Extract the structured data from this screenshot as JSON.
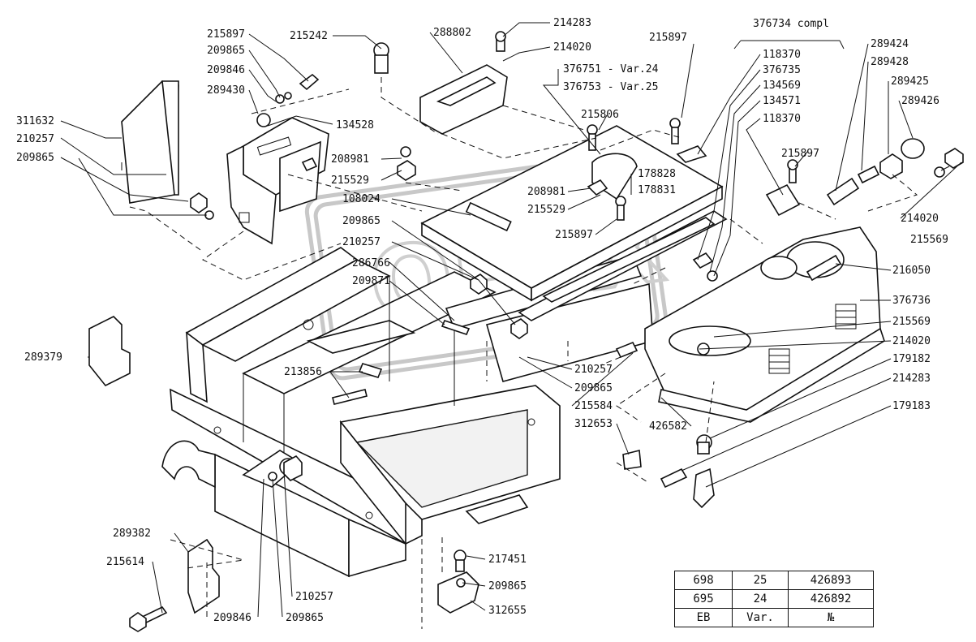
{
  "labels": {
    "p215897a": "215897",
    "p215242": "215242",
    "p288802": "288802",
    "p214283a": "214283",
    "p214020a": "214020",
    "p209865a": "209865",
    "p209846a": "209846",
    "p289430": "289430",
    "p134528": "134528",
    "p311632": "311632",
    "p210257a": "210257",
    "p209865b": "209865",
    "p376751": "376751 - Var.24",
    "p376753": "376753 - Var.25",
    "p215806": "215806",
    "p208981a": "208981",
    "p215529a": "215529",
    "p178828": "178828",
    "p178831": "178831",
    "p208981b": "208981",
    "p215529b": "215529",
    "p108024": "108024",
    "p209865c": "209865",
    "p210257b": "210257",
    "p286766": "286766",
    "p209871": "209871",
    "p215897b": "215897",
    "p215897c": "215897",
    "p215897d": "215897",
    "p376734": "376734 compl",
    "p118370a": "118370",
    "p376735": "376735",
    "p134569": "134569",
    "p134571": "134571",
    "p118370b": "118370",
    "p289424": "289424",
    "p289428": "289428",
    "p289425": "289425",
    "p289426": "289426",
    "p214020b": "214020",
    "p215569a": "215569",
    "p216050": "216050",
    "p376736": "376736",
    "p215569b": "215569",
    "p214020c": "214020",
    "p179182": "179182",
    "p214283b": "214283",
    "p179183": "179183",
    "p289379": "289379",
    "p213856": "213856",
    "p210257c": "210257",
    "p209865d": "209865",
    "p215584": "215584",
    "p312653": "312653",
    "p426582": "426582",
    "p289382": "289382",
    "p215614": "215614",
    "p210257d": "210257",
    "p209846b": "209846",
    "p209865e": "209865",
    "p217451": "217451",
    "p209865f": "209865",
    "p312655": "312655"
  },
  "variant_table": {
    "rows": [
      [
        "698",
        "25",
        "426893"
      ],
      [
        "695",
        "24",
        "426892"
      ],
      [
        "EB",
        "Var.",
        "№"
      ]
    ]
  },
  "watermark": "OPEX"
}
